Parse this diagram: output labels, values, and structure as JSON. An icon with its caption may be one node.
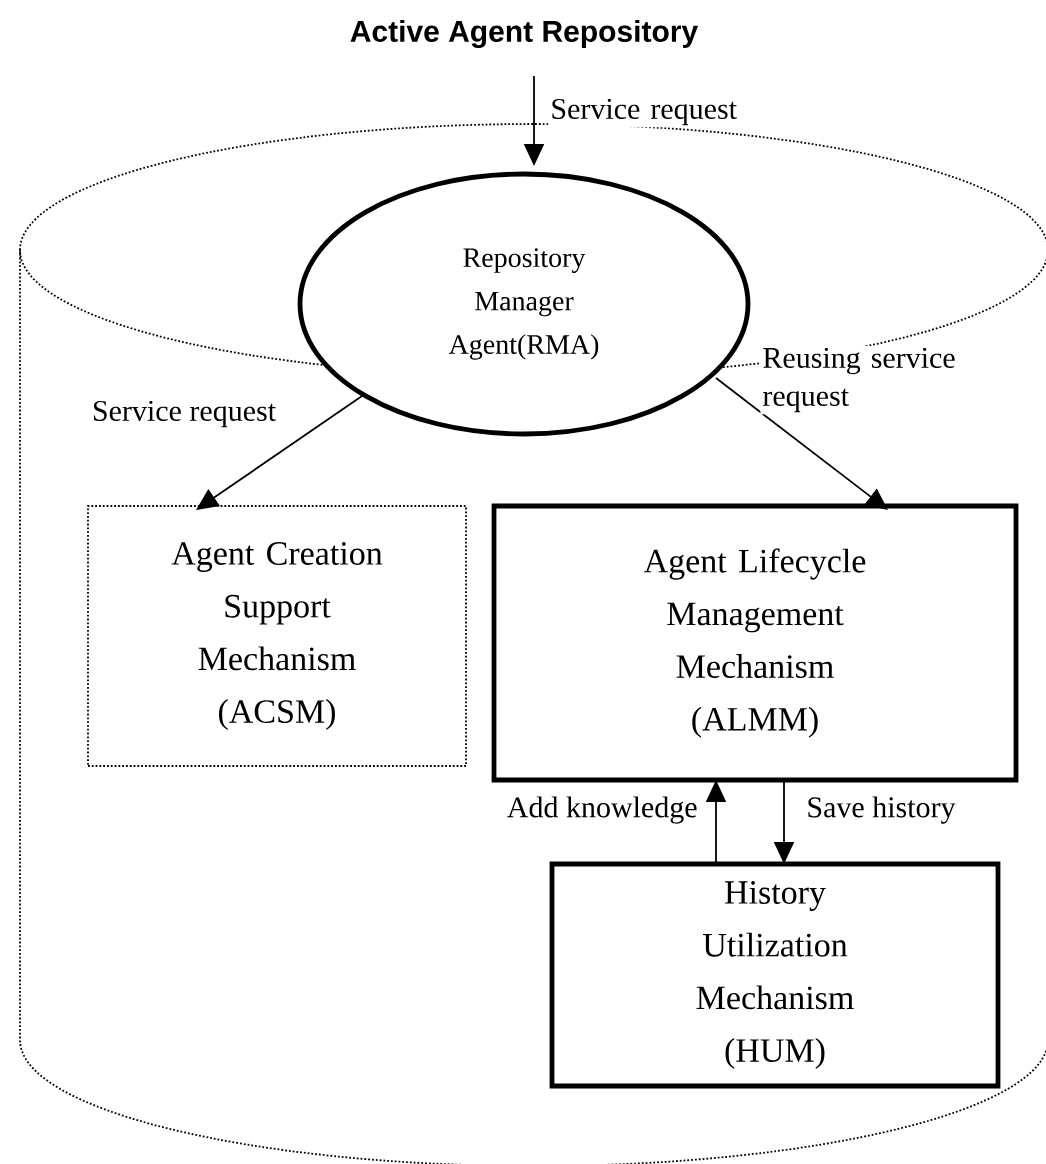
{
  "diagram": {
    "nodes": [
      {
        "text": [
          "Active Agent Repository"
        ]
      },
      {
        "text": [
          "Repository Manager Agent(RMA)"
        ],
        "in": 0
      },
      {
        "text": [
          "Agent Creation Support Mechanism (ACSM)"
        ],
        "in": 0
      },
      {
        "text": [
          "Agent Lifecycle Management Mechanism (ALMM)"
        ],
        "in": 0
      },
      {
        "text": [
          "History Utilization Mechanism (HUM)"
        ],
        "in": 0
      }
    ],
    "edges": [
      {
        "from": null,
        "to": 1,
        "arrow": "to",
        "label": "Service request"
      },
      {
        "from": 1,
        "to": 2,
        "arrow": "to",
        "label": "Service request"
      },
      {
        "from": 1,
        "to": 3,
        "arrow": "to",
        "label": "Reusing service request"
      },
      {
        "from": 4,
        "to": 3,
        "arrow": "to",
        "label": "Add knowledge"
      },
      {
        "from": 3,
        "to": 4,
        "arrow": "to",
        "label": "Save history"
      }
    ]
  }
}
